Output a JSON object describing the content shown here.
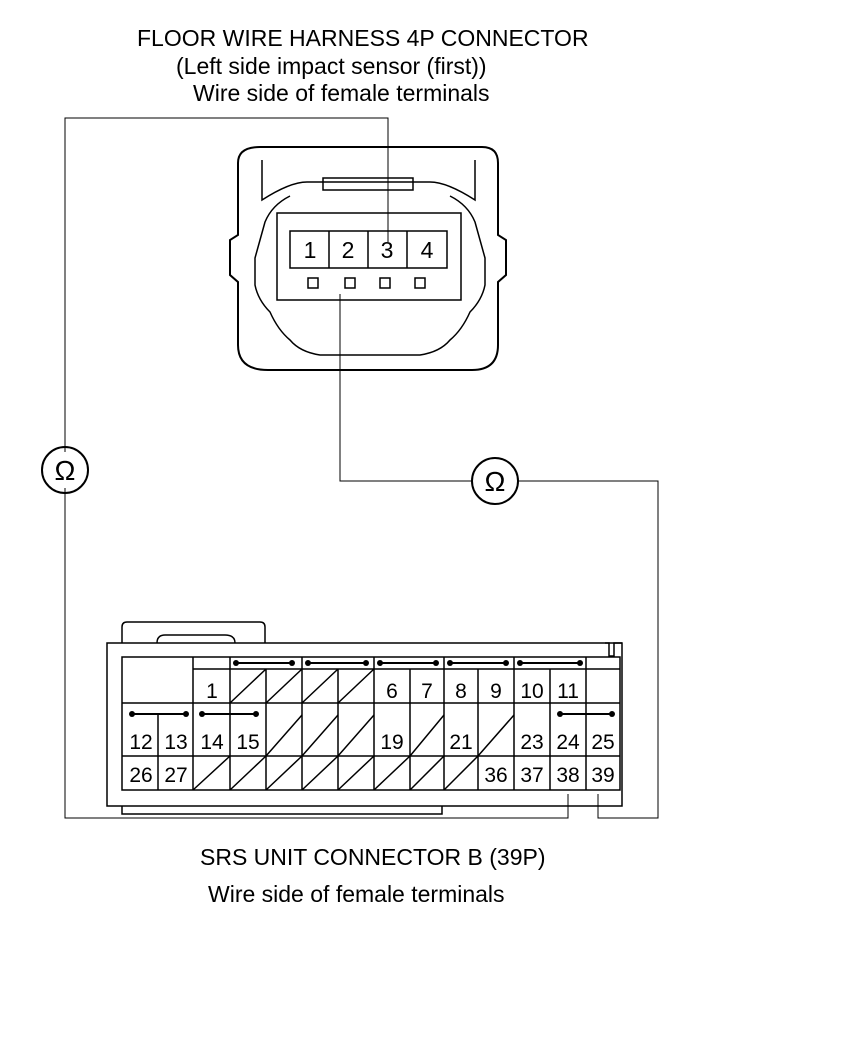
{
  "top_connector": {
    "title": "FLOOR WIRE HARNESS 4P CONNECTOR",
    "subtitle": "(Left side impact sensor (first))",
    "side_note": "Wire side of female terminals",
    "terminals": [
      "1",
      "2",
      "3",
      "4"
    ]
  },
  "bottom_connector": {
    "title": "SRS UNIT CONNECTOR B (39P)",
    "side_note": "Wire side of female terminals",
    "row1_terminals": [
      "1",
      "6",
      "7",
      "8",
      "9",
      "10",
      "11"
    ],
    "row2_terminals": [
      "12",
      "13",
      "14",
      "15",
      "19",
      "21",
      "23",
      "24",
      "25"
    ],
    "row3_terminals": [
      "26",
      "27",
      "36",
      "37",
      "38",
      "39"
    ]
  },
  "meters": {
    "left_symbol": "Ω",
    "right_symbol": "Ω"
  }
}
